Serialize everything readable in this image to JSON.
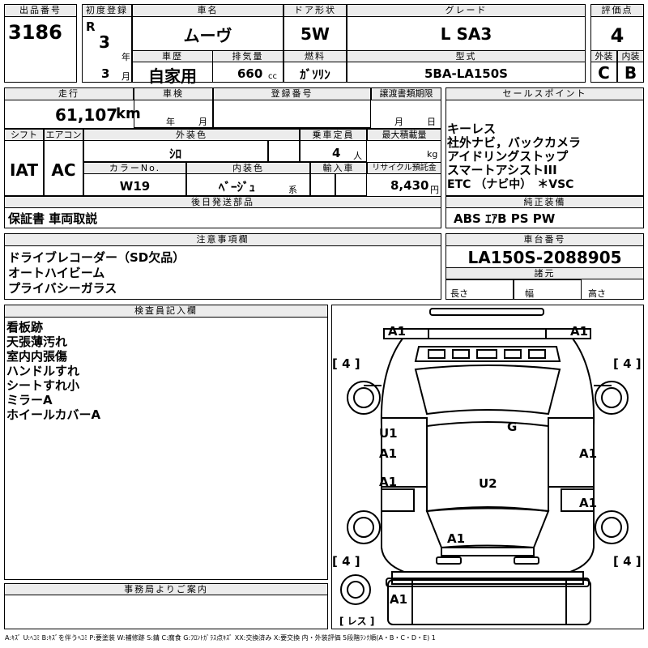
{
  "header": {
    "lot_label": "出品番号",
    "lot_value": "3186",
    "first_reg_label": "初度登録",
    "era": "R",
    "year": "3",
    "year_unit": "年",
    "month": "3",
    "month_unit": "月",
    "car_name_label": "車名",
    "car_name": "ムーヴ",
    "door_label": "ドア形状",
    "door": "5W",
    "grade_label": "グレード",
    "grade": "L SA3",
    "score_label": "評価点",
    "score": "4",
    "history_label": "車歴",
    "history": "自家用",
    "displacement_label": "排気量",
    "displacement": "660",
    "displacement_unit": "cc",
    "fuel_label": "燃料",
    "fuel": "ｶﾞｿﾘﾝ",
    "model_label": "型式",
    "model": "5BA-LA150S",
    "ext_label": "外装",
    "ext": "C",
    "int_label": "内装",
    "int": "B"
  },
  "mid": {
    "mileage_label": "走行",
    "mileage": "61,107",
    "mileage_unit": "km",
    "inspection_label": "車検",
    "insp_year_unit": "年",
    "insp_month_unit": "月",
    "regno_label": "登録番号",
    "transfer_label": "譲渡書類期限",
    "transfer_month_unit": "月",
    "transfer_day_unit": "日",
    "shift_label": "シフト",
    "shift": "IAT",
    "aircon_label": "エアコン",
    "aircon": "AC",
    "ext_color_label": "外装色",
    "ext_color": "ｼﾛ",
    "capacity_label": "乗車定員",
    "capacity": "4",
    "capacity_unit": "人",
    "load_label": "最大積載量",
    "load_unit": "kg",
    "colorno_label": "カラーNo.",
    "colorno": "W19",
    "int_color_label": "内装色",
    "int_color": "ﾍﾞｰｼﾞｭ",
    "int_color_unit": "系",
    "import_label": "輸入車",
    "recycle_label": "リサイクル預託金",
    "recycle": "8,430",
    "recycle_unit": "円",
    "later_label": "後日発送部品",
    "later": "保証書 車両取説"
  },
  "sales": {
    "label": "セールスポイント",
    "lines": [
      "キーレス",
      "社外ナビ，バックカメラ",
      "アイドリングストップ",
      "スマートアシストIII",
      "ETC （ナビ中）　＊VSC"
    ],
    "equip_label": "純正装備",
    "equip": "ABS ｴｱB PS PW"
  },
  "caution": {
    "label": "注意事項欄",
    "lines": [
      "ドライブレコーダー（SD欠品）",
      "オートハイビーム",
      "プライバシーガラス"
    ]
  },
  "chassis": {
    "label": "車台番号",
    "value": "LA150S-2088905",
    "dims_label": "諸元",
    "length_label": "長さ",
    "width_label": "幅",
    "height_label": "高さ"
  },
  "inspector": {
    "label": "検査員記入欄",
    "lines": [
      "看板跡",
      "天張薄汚れ",
      "室内内張傷",
      "ハンドルすれ",
      "シートすれ小",
      "ミラーA",
      "ホイールカバーA"
    ]
  },
  "office": {
    "label": "事務局よりご案内"
  },
  "diagram": {
    "tire_fl": "4",
    "tire_fr": "4",
    "tire_rl": "4",
    "tire_rr": "4",
    "spare": "レス",
    "marks": {
      "front_bumper_l": "A1",
      "front_bumper_r": "A1",
      "windshield": "G",
      "front_door_l_u": "U1",
      "front_door_l": "A1",
      "front_door_r": "A1",
      "rear_door_l": "A1",
      "rear_door_r": "A1",
      "roof": "U2",
      "back_door": "A1",
      "rear_bumper_l": "A1"
    }
  },
  "legend": "A:ｷｽﾞ U:ﾍｺﾐ B:ｷｽﾞを伴うﾍｺﾐ P:要塗装 W:補修跡 S:錆 C:腐食 G:ﾌﾛﾝﾄｶﾞﾗｽ点ｷｽﾞ XX:交換済み X:要交換 内・外装評価 5段階ﾗﾝｸ順(A・B・C・D・E) 1"
}
